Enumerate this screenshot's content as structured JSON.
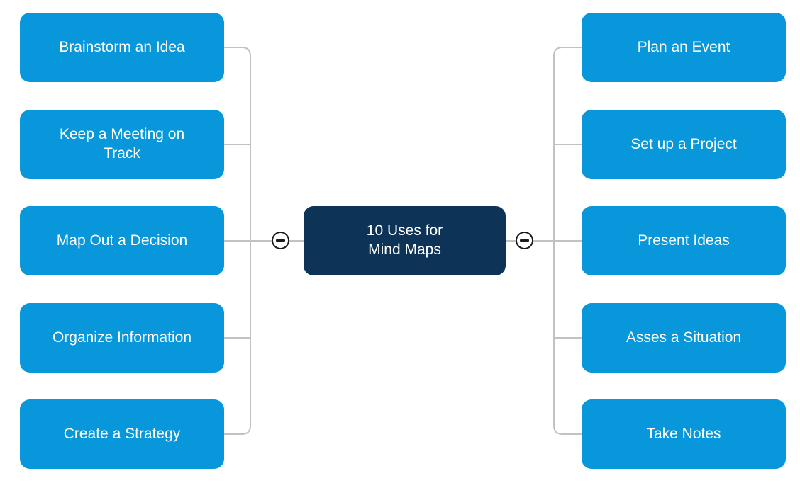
{
  "diagram": {
    "type": "mind-map",
    "center_node": {
      "label": "10 Uses for\nMind Maps"
    },
    "left_nodes": [
      {
        "label": "Brainstorm an Idea"
      },
      {
        "label": "Keep a Meeting on\nTrack"
      },
      {
        "label": "Map Out a Decision"
      },
      {
        "label": "Organize Information"
      },
      {
        "label": "Create a Strategy"
      }
    ],
    "right_nodes": [
      {
        "label": "Plan an Event"
      },
      {
        "label": "Set up a Project"
      },
      {
        "label": "Present Ideas"
      },
      {
        "label": "Asses a Situation"
      },
      {
        "label": "Take Notes"
      }
    ],
    "collapse_buttons": {
      "left": {
        "icon": "minus-icon",
        "state": "expanded"
      },
      "right": {
        "icon": "minus-icon",
        "state": "expanded"
      }
    },
    "colors": {
      "branch_node_bg": "#0997DC",
      "center_node_bg": "#0D3456",
      "node_text": "#FFFFFF",
      "connector": "#C2C2C2",
      "collapse_stroke": "#1A1A1A"
    }
  }
}
